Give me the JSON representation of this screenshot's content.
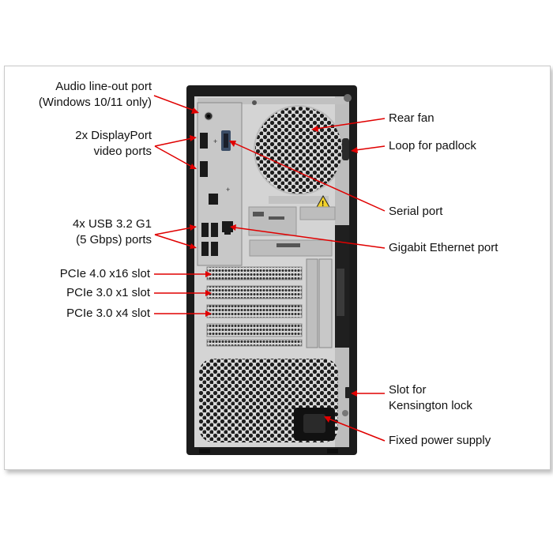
{
  "figure": {
    "accent_color": "#e00000",
    "labels": {
      "audio_line1": "Audio line-out port",
      "audio_line2": "(Windows 10/11 only)",
      "dp_line1": "2x DisplayPort",
      "dp_line2": "video ports",
      "usb_line1": "4x USB 3.2 G1",
      "usb_line2": "(5 Gbps) ports",
      "pcie_x16": "PCIe 4.0 x16 slot",
      "pcie_x1": "PCIe 3.0 x1 slot",
      "pcie_x4": "PCIe 3.0 x4 slot",
      "rear_fan": "Rear fan",
      "padlock": "Loop for padlock",
      "serial": "Serial port",
      "ethernet": "Gigabit Ethernet port",
      "kensington_line1": "Slot for",
      "kensington_line2": "Kensington lock",
      "power": "Fixed power supply"
    },
    "device_markings": {
      "warning_symbol": "!",
      "dp_plus_1": "+",
      "dp_plus_2": "+"
    }
  }
}
